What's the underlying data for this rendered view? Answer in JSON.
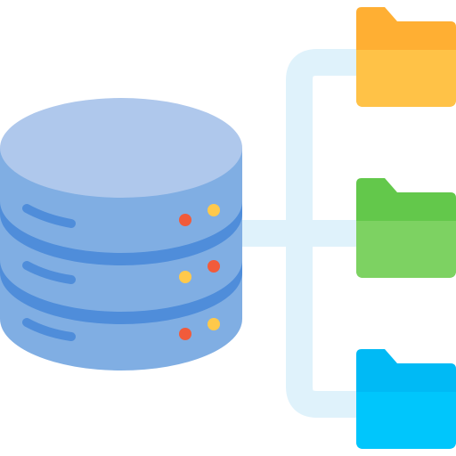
{
  "illustration": {
    "database": {
      "icon": "database-server-icon",
      "tiers": 3,
      "colors": {
        "top": "#AFC8EC",
        "body": "#80AEE3",
        "band": "#4F8DDA"
      },
      "indicator_colors": {
        "red": "#F15B3B",
        "yellow": "#FFC94B"
      }
    },
    "connector": {
      "icon": "branch-connector",
      "color": "#DFF2FB"
    },
    "folders": [
      {
        "name": "folder-orange",
        "icon": "folder-icon",
        "color_back": "#FFAF33",
        "color_front": "#FFC247"
      },
      {
        "name": "folder-green",
        "icon": "folder-icon",
        "color_back": "#63C84B",
        "color_front": "#7DD262"
      },
      {
        "name": "folder-blue",
        "icon": "folder-icon",
        "color_back": "#00BAF5",
        "color_front": "#00C6FC"
      }
    ]
  }
}
